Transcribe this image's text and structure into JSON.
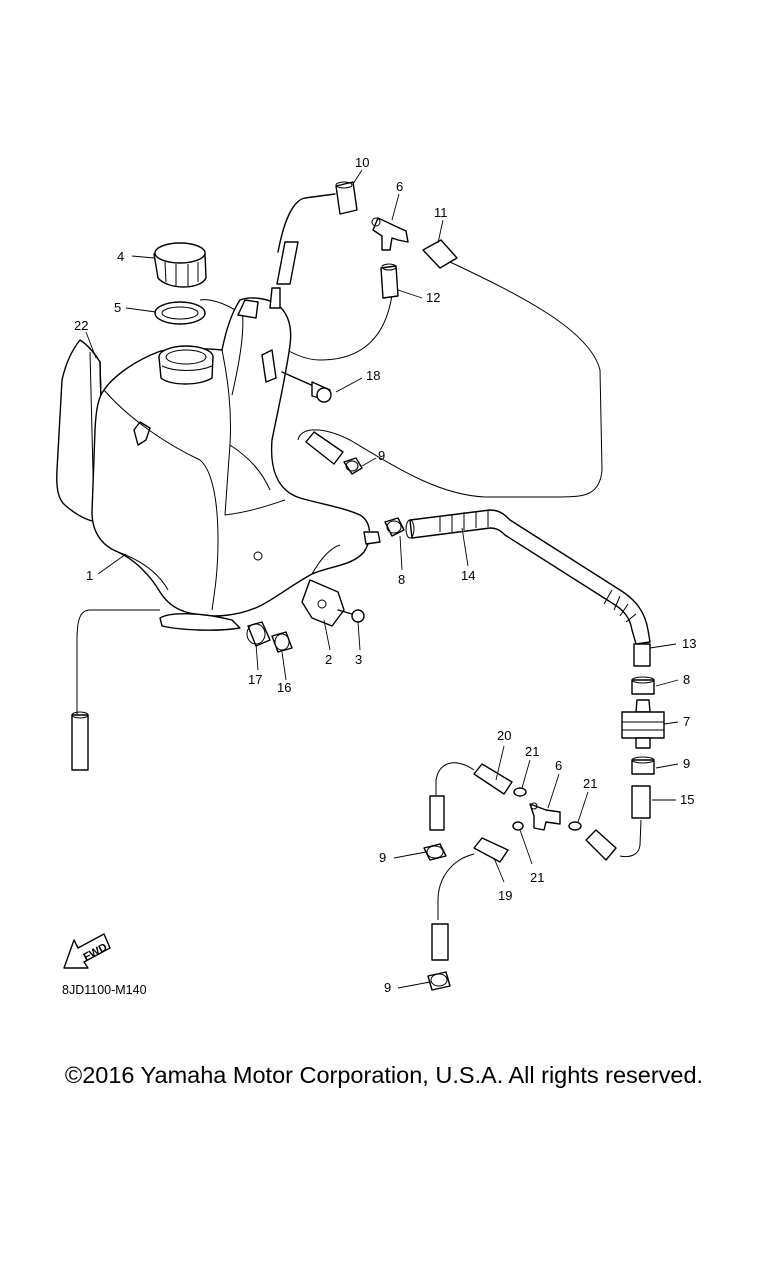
{
  "diagram": {
    "code": "8JD1100-M140",
    "fwd_label": "FWD",
    "callouts": {
      "c1": "1",
      "c2": "2",
      "c3": "3",
      "c4": "4",
      "c5": "5",
      "c6a": "6",
      "c6b": "6",
      "c7": "7",
      "c8a": "8",
      "c8b": "8",
      "c9a": "9",
      "c9b": "9",
      "c9c": "9",
      "c9d": "9",
      "c10": "10",
      "c11": "11",
      "c12": "12",
      "c13": "13",
      "c14": "14",
      "c15": "15",
      "c16": "16",
      "c17": "17",
      "c18": "18",
      "c19": "19",
      "c20": "20",
      "c21a": "21",
      "c21b": "21",
      "c21c": "21",
      "c22": "22"
    }
  },
  "footer": {
    "copyright": "©2016 Yamaha Motor Corporation, U.S.A. All rights reserved."
  }
}
